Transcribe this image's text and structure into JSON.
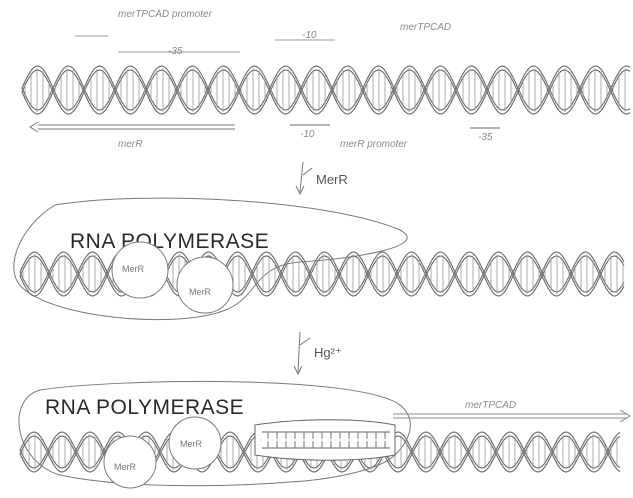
{
  "panel1": {
    "top_left_label": "merTPCAD promoter",
    "top_right_label": "merTPCAD",
    "small_marker_1": "-35",
    "small_marker_2": "-10",
    "bottom_left_label": "merR",
    "bottom_right_label": "merR promoter",
    "marker_left": "-10",
    "marker_right": "-35"
  },
  "transition1": {
    "label": "MerR"
  },
  "panel2": {
    "polymerase_label": "RNA POLYMERASE",
    "protein_a": "MerR",
    "protein_b": "MerR"
  },
  "transition2": {
    "label": "Hg²⁺"
  },
  "panel3": {
    "polymerase_label": "RNA POLYMERASE",
    "protein_a": "MerR",
    "protein_b": "MerR",
    "transcript_label": "merTPCAD"
  }
}
